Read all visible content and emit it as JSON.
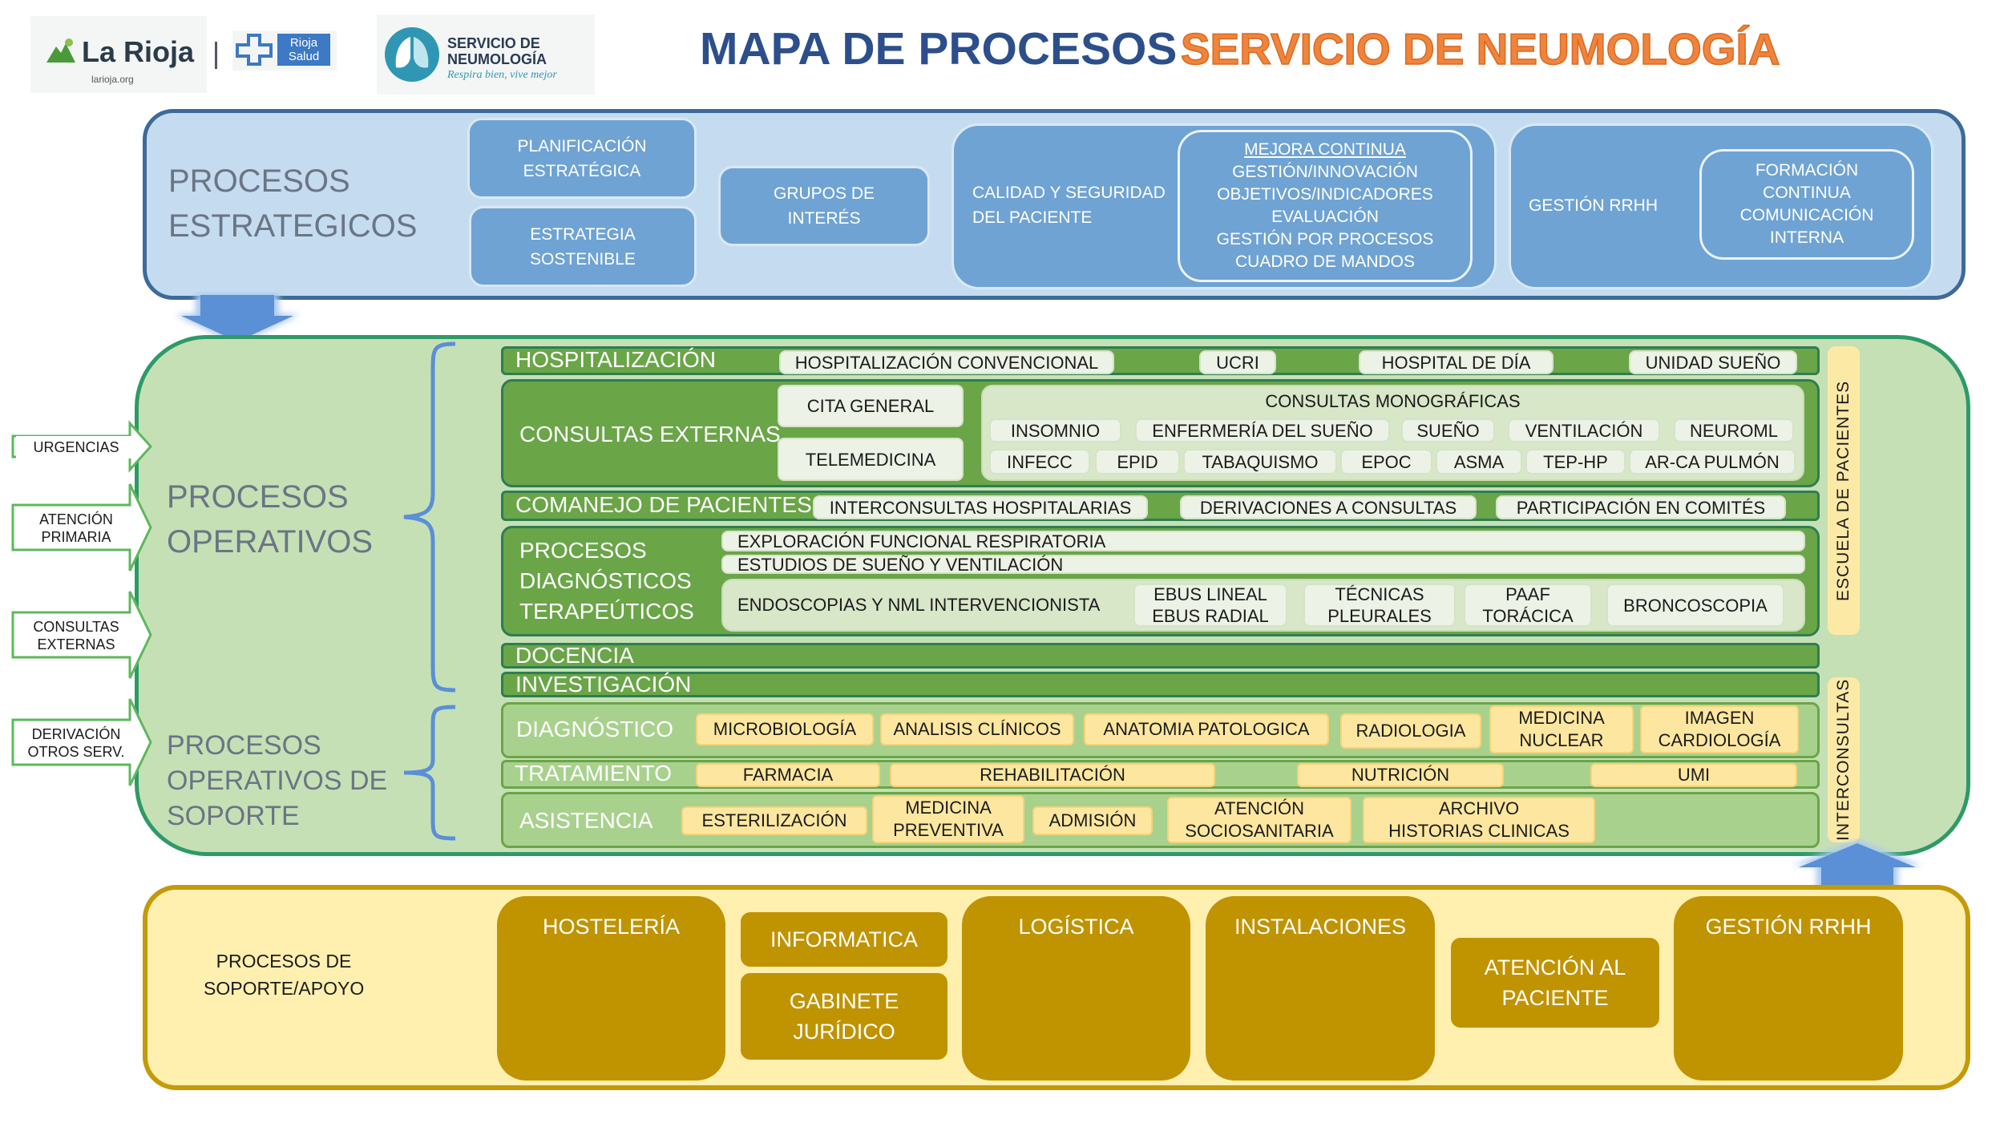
{
  "header": {
    "logo_larioja": "La Rioja",
    "logo_larioja_sub": "larioja.org",
    "logo_riojasalud": "Rioja Salud",
    "logo_service_line1": "SERVICIO DE",
    "logo_service_line2": "NEUMOLOGÍA",
    "logo_service_tagline": "Respira bien, vive mejor",
    "title_part1": "MAPA DE PROCESOS",
    "title_part2": "SERVICIO DE NEUMOLOGÍA"
  },
  "strategic": {
    "heading": "PROCESOS\nESTRATEGICOS",
    "planificacion": "PLANIFICACIÓN\nESTRATÉGICA",
    "estrategia": "ESTRATEGIA\nSOSTENIBLE",
    "grupos": "GRUPOS DE\nINTERÉS",
    "calidad": "CALIDAD Y SEGURIDAD\nDEL PACIENTE",
    "mejora_title": "MEJORA CONTINUA",
    "mejora_items": "GESTIÓN/INNOVACIÓN\nOBJETIVOS/INDICADORES\nEVALUACIÓN\nGESTIÓN POR PROCESOS\nCUADRO DE MANDOS",
    "gestion_rrhh": "GESTIÓN RRHH",
    "formacion": "FORMACIÓN\nCONTINUA\nCOMUNICACIÓN\nINTERNA"
  },
  "inputs": {
    "urgencias": "URGENCIAS",
    "atencion_primaria": "ATENCIÓN\nPRIMARIA",
    "consultas_externas": "CONSULTAS\nEXTERNAS",
    "derivacion": "DERIVACIÓN\nOTROS SERV."
  },
  "operational": {
    "heading": "PROCESOS\nOPERATIVOS",
    "soporte_heading": "PROCESOS\nOPERATIVOS DE\nSOPORTE",
    "hospitalizacion": {
      "title": "HOSPITALIZACIÓN",
      "items": [
        "HOSPITALIZACIÓN CONVENCIONAL",
        "UCRI",
        "HOSPITAL DE DÍA",
        "UNIDAD SUEÑO"
      ]
    },
    "consultas": {
      "title": "CONSULTAS EXTERNAS",
      "cita_general": "CITA GENERAL",
      "telemedicina": "TELEMEDICINA",
      "monograficas_title": "CONSULTAS MONOGRÁFICAS",
      "row1": [
        "INSOMNIO",
        "ENFERMERÍA DEL SUEÑO",
        "SUEÑO",
        "VENTILACIÓN",
        "NEUROML"
      ],
      "row2": [
        "INFECC",
        "EPID",
        "TABAQUISMO",
        "EPOC",
        "ASMA",
        "TEP-HP",
        "AR-CA PULMÓN"
      ]
    },
    "comanejo": {
      "title": "COMANEJO DE PACIENTES",
      "items": [
        "INTERCONSULTAS HOSPITALARIAS",
        "DERIVACIONES A CONSULTAS",
        "PARTICIPACIÓN EN COMITÉS"
      ]
    },
    "diagnosticos": {
      "title": "PROCESOS\nDIAGNÓSTICOS\nTERAPEÚTICOS",
      "exploracion": "EXPLORACIÓN FUNCIONAL RESPIRATORIA",
      "estudios": "ESTUDIOS DE SUEÑO Y VENTILACIÓN",
      "endoscopias": "ENDOSCOPIAS Y NML INTERVENCIONISTA",
      "ebus": "EBUS LINEAL\nEBUS RADIAL",
      "tecnicas": "TÉCNICAS\nPLEURALES",
      "paaf": "PAAF\nTORÁCICA",
      "broncoscopia": "BRONCOSCOPIA"
    },
    "docencia": "DOCENCIA",
    "investigacion": "INVESTIGACIÓN",
    "escuela": "ESCUELA DE PACIENTES",
    "interconsultas": "INTERCONSULTAS",
    "diagnostico_sop": {
      "title": "DIAGNÓSTICO",
      "items": [
        "MICROBIOLOGÍA",
        "ANALISIS CLÍNICOS",
        "ANATOMIA PATOLOGICA",
        "RADIOLOGIA",
        "MEDICINA\nNUCLEAR",
        "IMAGEN\nCARDIOLOGÍA"
      ]
    },
    "tratamiento": {
      "title": "TRATAMIENTO",
      "items": [
        "FARMACIA",
        "REHABILITACIÓN",
        "NUTRICIÓN",
        "UMI"
      ]
    },
    "asistencia": {
      "title": "ASISTENCIA",
      "items": [
        "ESTERILIZACIÓN",
        "MEDICINA\nPREVENTIVA",
        "ADMISIÓN",
        "ATENCIÓN\nSOCIOSANITARIA",
        "ARCHIVO\nHISTORIAS CLINICAS"
      ]
    }
  },
  "support": {
    "heading": "PROCESOS DE\nSOPORTE/APOYO",
    "hosteleria": "HOSTELERÍA",
    "informatica": "INFORMATICA",
    "gabinete": "GABINETE\nJURÍDICO",
    "logistica": "LOGÍSTICA",
    "instalaciones": "INSTALACIONES",
    "atencion": "ATENCIÓN AL\nPACIENTE",
    "gestion_rrhh": "GESTIÓN RRHH"
  },
  "colors": {
    "title_blue": "#2c4f8c",
    "title_orange": "#f0843c",
    "strategic_fill": "#c5dcf0",
    "strategic_box": "#6fa3d3",
    "operational_fill": "#c6e0b5",
    "operational_bar": "#6aa548",
    "support_fill": "#fff0b0",
    "support_box": "#c09300",
    "yellow_item": "#fde7a0",
    "arrow_blue": "#5b8fd6"
  }
}
